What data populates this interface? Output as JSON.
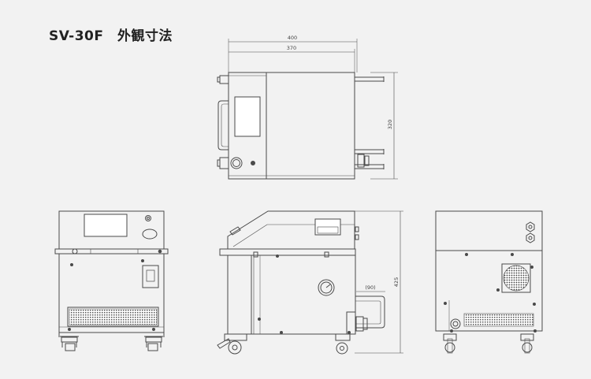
{
  "title": "SV-30F　外観寸法",
  "dimensions": {
    "top_overall_width": "400",
    "top_body_width": "370",
    "top_depth": "320",
    "side_pipe_offset": "(90)",
    "side_height": "425"
  },
  "colors": {
    "line": "#4a4a4a",
    "background": "#f2f2f2",
    "panel_fill": "#ffffff"
  }
}
